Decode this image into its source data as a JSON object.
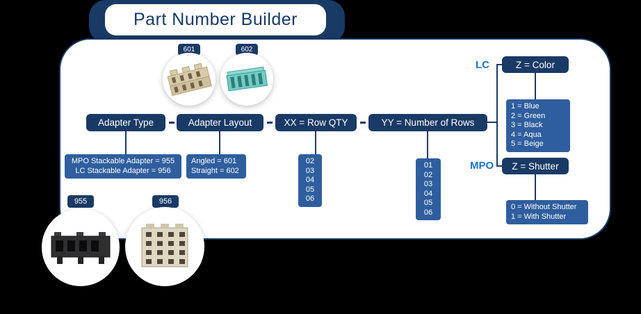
{
  "title": "Part Number Builder",
  "colors": {
    "navy": "#1a3a66",
    "value_box_blue": "#2f5e9e",
    "accent_blue": "#1a73c9"
  },
  "badges": {
    "b601": "601",
    "b602": "602",
    "b955": "955",
    "b956": "956"
  },
  "flow": [
    {
      "label": "Adapter Type",
      "options": [
        "MPO Stackable Adapter = 955",
        "LC Stackable Adapter = 956"
      ]
    },
    {
      "label": "Adapter Layout",
      "options": [
        "Angled = 601",
        "Straight = 602"
      ]
    },
    {
      "label": "XX = Row QTY",
      "options": [
        "02",
        "03",
        "04",
        "05",
        "06"
      ]
    },
    {
      "label": "YY = Number of Rows",
      "options": [
        "01",
        "02",
        "03",
        "04",
        "05",
        "06"
      ]
    }
  ],
  "lc_branch": {
    "label": "LC",
    "header": "Z = Color",
    "options": [
      "1 = Blue",
      "2 = Green",
      "3 = Black",
      "4 = Aqua",
      "5 = Beige"
    ]
  },
  "mpo_branch": {
    "label": "MPO",
    "header": "Z = Shutter",
    "options": [
      "0 = Without Shutter",
      "1 = With Shutter"
    ]
  }
}
